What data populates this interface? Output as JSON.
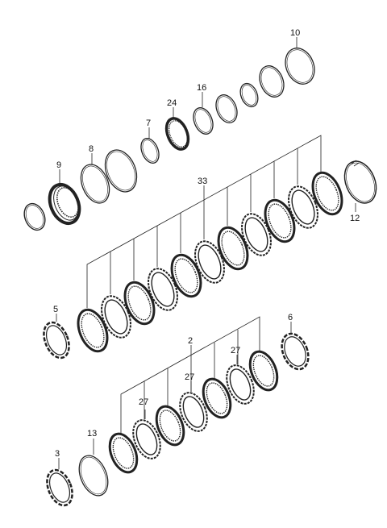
{
  "callouts": {
    "c10": "10",
    "c16": "16",
    "c24": "24",
    "c7": "7",
    "c8": "8",
    "c9": "9",
    "c33": "33",
    "c12": "12",
    "c5": "5",
    "c6": "6",
    "c2": "2",
    "c27a": "27",
    "c27b": "27",
    "c27c": "27",
    "c13": "13",
    "c3": "3"
  }
}
